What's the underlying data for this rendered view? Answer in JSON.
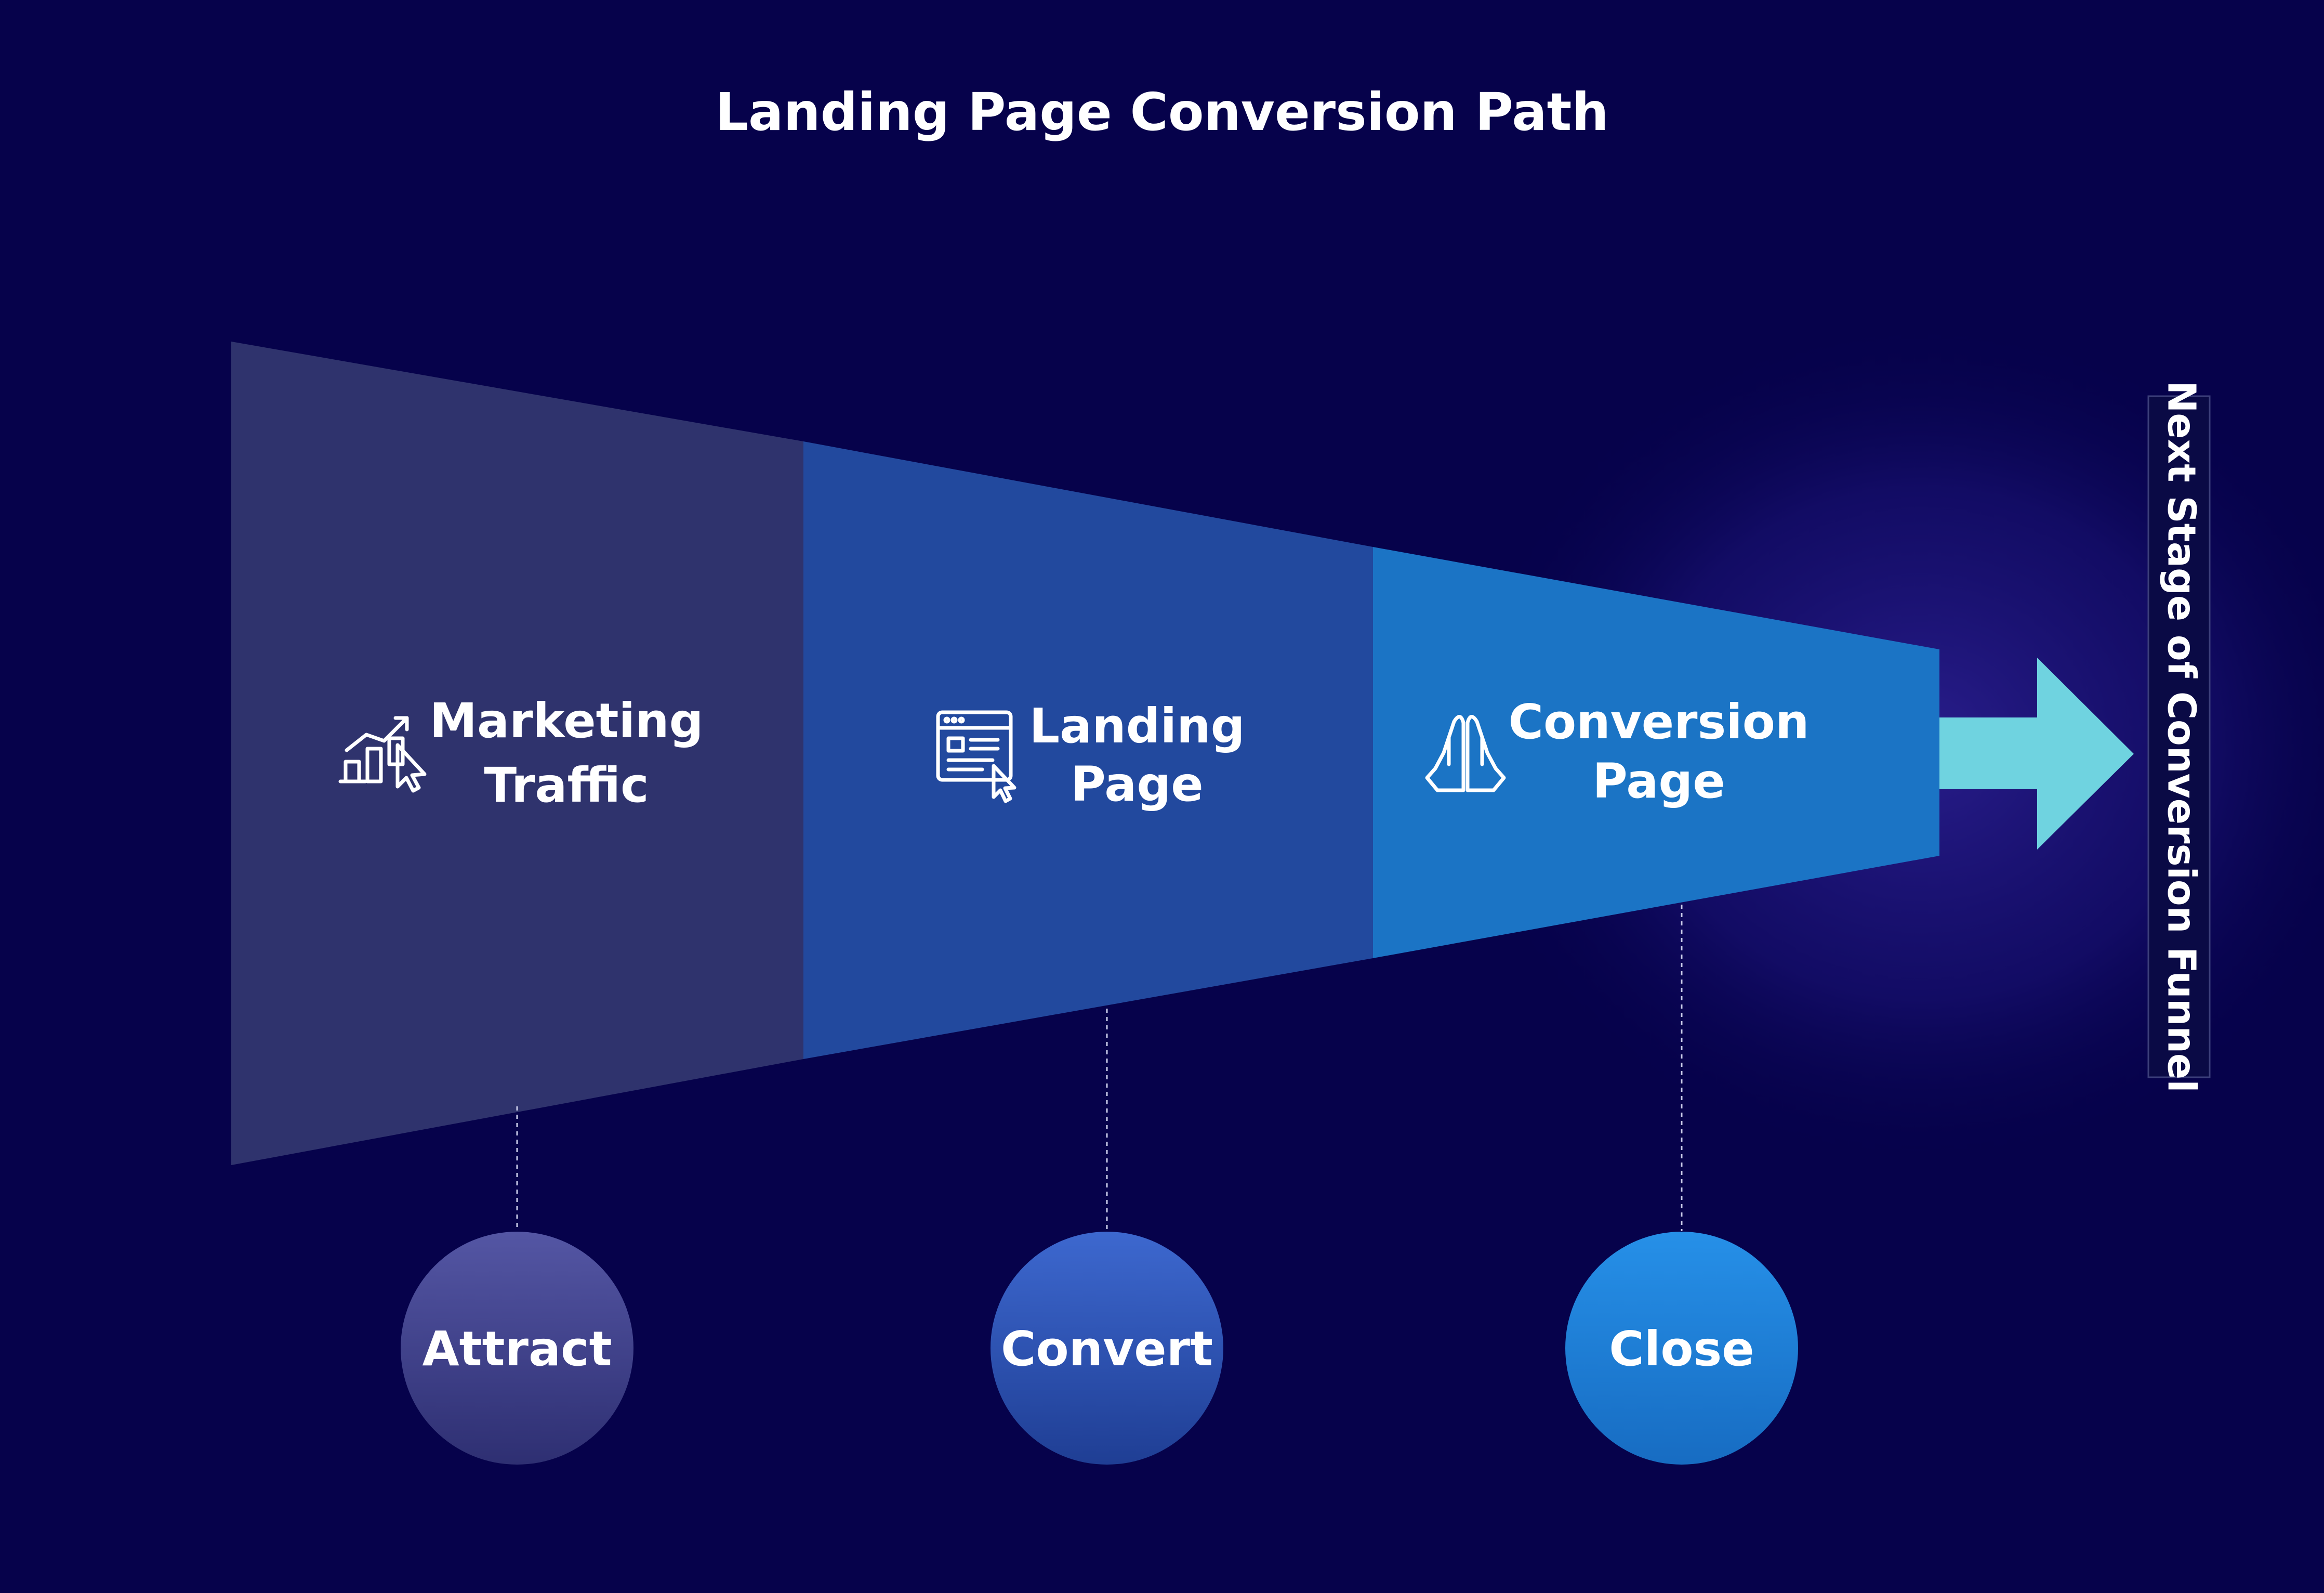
{
  "title": "Landing Page Conversion Path",
  "stages": [
    {
      "line1": "Marketing",
      "line2": "Traffic",
      "icon": "growth-chart-cursor-icon",
      "color": "#2f336d"
    },
    {
      "line1": "Landing",
      "line2": "Page",
      "icon": "webpage-cursor-icon",
      "color": "#22499e"
    },
    {
      "line1": "Conversion",
      "line2": "Page",
      "icon": "praying-hands-icon",
      "color": "#1b74c5"
    }
  ],
  "steps": [
    {
      "label": "Attract",
      "color_top": "#5456a4",
      "color_bottom": "#2e2f72"
    },
    {
      "label": "Convert",
      "color_top": "#3d68cf",
      "color_bottom": "#1f3e94"
    },
    {
      "label": "Close",
      "color_top": "#2690e8",
      "color_bottom": "#176cc2"
    }
  ],
  "next_stage_label": "Next Stage of Conversion Funnel",
  "colors": {
    "background": "#06024b",
    "arrow": "#6fd3e0",
    "glow": "#2b1f8f"
  }
}
